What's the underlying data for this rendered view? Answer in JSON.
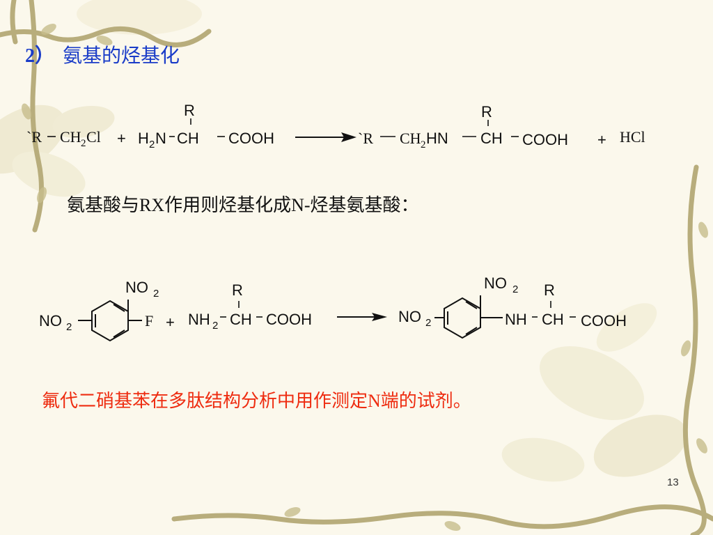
{
  "slide": {
    "section_number": "2）",
    "section_title": "氨基的烃基化",
    "subtitle": "氨基酸与RX作用则烃基化成N-烃基氨基酸：",
    "note": "氟代二硝基苯在多肽结构分析中用作测定N端的试剂。",
    "page_number": "13"
  },
  "reaction1": {
    "r_left": "`R",
    "ch2cl_ch": "CH",
    "ch2cl_2": "2",
    "ch2cl_cl": "Cl",
    "plus1": "+",
    "h2n_h": "H",
    "h2n_2": "2",
    "h2n_n": "N",
    "ch": "CH",
    "cooh": "COOH",
    "r_top": "R",
    "p_r": "`R",
    "p_ch": "CH",
    "p_2": "2",
    "p_hn": "HN",
    "p_ch2": "CH",
    "p_cooh": "COOH",
    "p_r_top": "R",
    "plus2": "+",
    "hcl": "HCl"
  },
  "reaction2": {
    "no2_top": "NO",
    "no2_top_sub": "2",
    "no2_left": "NO",
    "no2_left_sub": "2",
    "f": "F",
    "plus": "+",
    "nh": "NH",
    "nh_sub": "2",
    "ch": "CH",
    "cooh": "COOH",
    "r_top": "R",
    "p_no2_top": "NO",
    "p_no2_top_sub": "2",
    "p_no2_left": "NO",
    "p_no2_left_sub": "2",
    "p_nh": "NH",
    "p_ch": "CH",
    "p_cooh": "COOH",
    "p_r_top": "R"
  },
  "colors": {
    "title": "#1a3cc8",
    "note": "#ee2c10",
    "vine": "#b8ad7c"
  }
}
